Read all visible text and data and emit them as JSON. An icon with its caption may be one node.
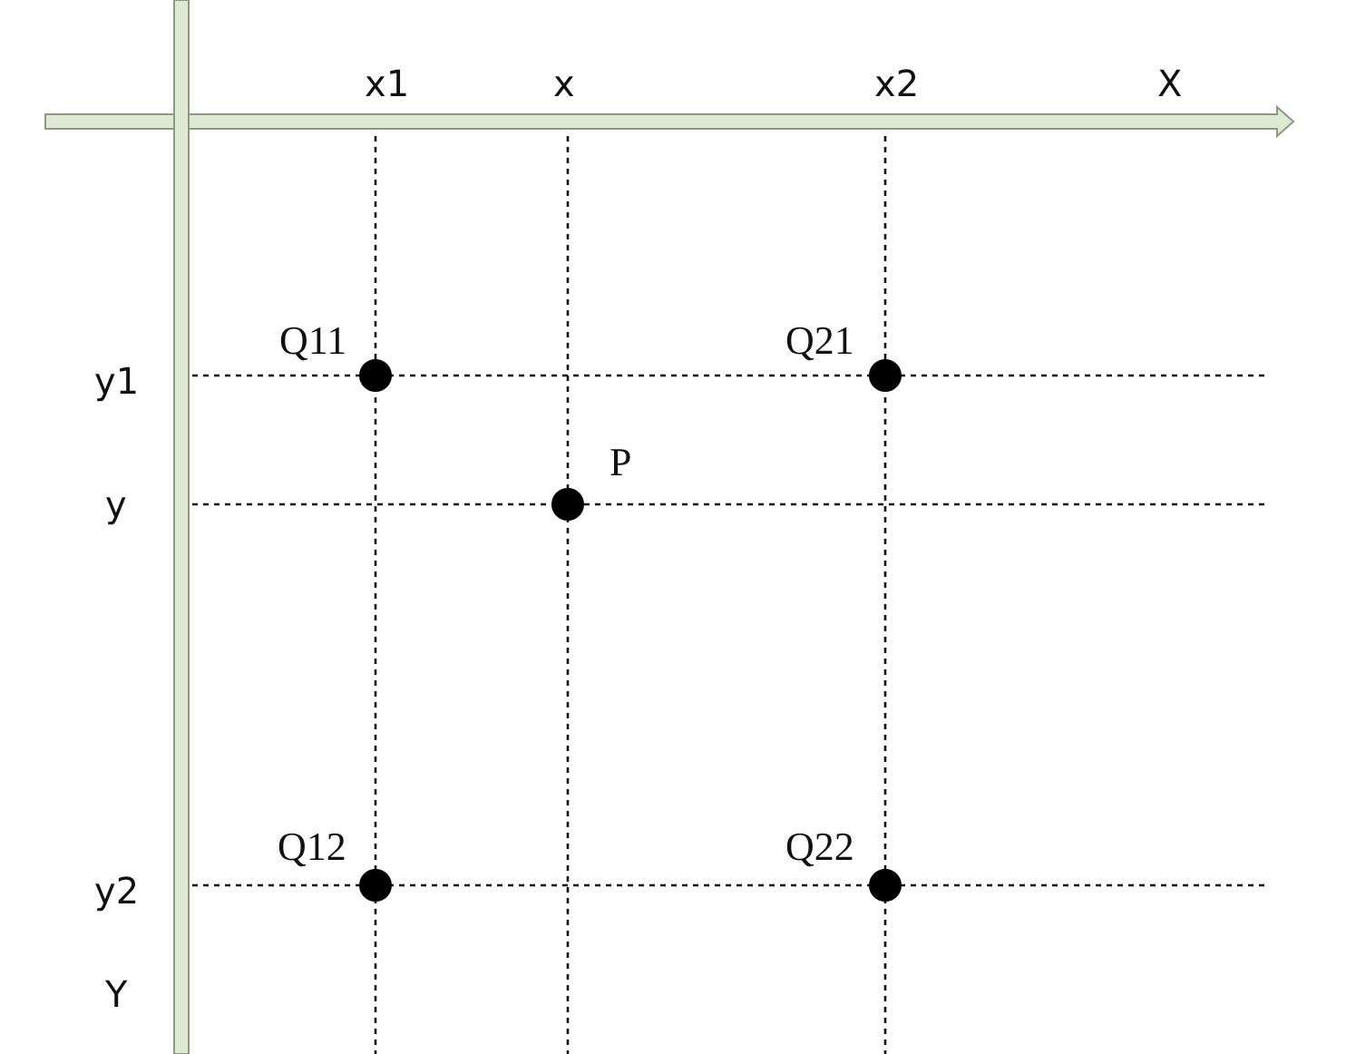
{
  "diagram": {
    "nodes": [
      {
        "text": [],
        "shape": "circle",
        "beside": [
          "Q11"
        ]
      },
      {
        "text": [],
        "shape": "circle",
        "beside": [
          "Q21"
        ]
      },
      {
        "text": [],
        "shape": "circle",
        "beside": [
          "P"
        ]
      },
      {
        "text": [],
        "shape": "circle",
        "beside": [
          "Q12"
        ]
      },
      {
        "text": [],
        "shape": "circle",
        "beside": [
          "Q22"
        ]
      }
    ],
    "labels": [
      "x1",
      "x",
      "x2",
      "X",
      "y1",
      "y",
      "y2",
      "Y"
    ]
  }
}
